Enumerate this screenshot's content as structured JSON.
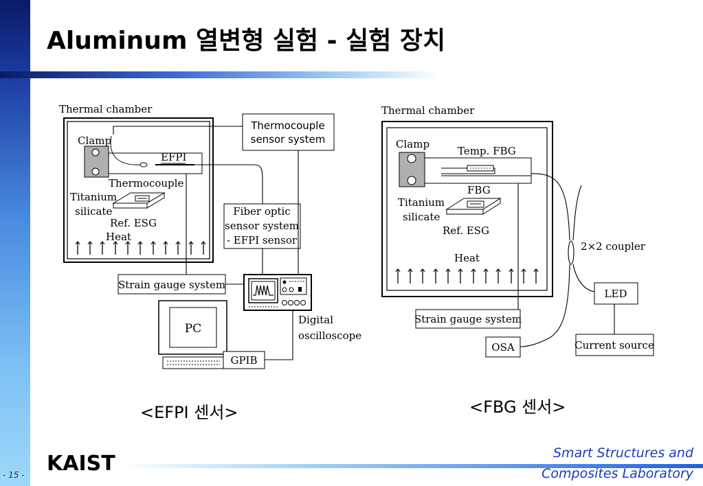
{
  "slide": {
    "title": "Aluminum 열변형 실험 - 실험 장치",
    "page_number": "- 15 -",
    "lab_name_line1": "Smart Structures and",
    "lab_name_line2": "Composites Laboratory",
    "logo_text": "KAIST",
    "colors": {
      "accent": "#1a3ab8",
      "bar_dark": "#0a1a66",
      "bar_light": "#9fd8fa"
    }
  },
  "efpi": {
    "caption": "<EFPI 센서>",
    "thermal_chamber": "Thermal chamber",
    "thermocouple_sensor_line1": "Thermocouple",
    "thermocouple_sensor_line2": "sensor system",
    "clamp": "Clamp",
    "efpi": "EFPI",
    "thermocouple": "Thermocouple",
    "titanium_line1": "Titanium",
    "titanium_line2": "silicate",
    "ref_esg": "Ref. ESG",
    "heat": "Heat",
    "fiber_optic_line1": "Fiber optic",
    "fiber_optic_line2": "sensor system",
    "fiber_optic_line3": "- EFPI sensor",
    "strain_gauge": "Strain gauge system",
    "pc": "PC",
    "gpib": "GPIB",
    "digital_line1": "Digital",
    "digital_line2": "oscilloscope"
  },
  "fbg": {
    "caption": "<FBG 센서>",
    "thermal_chamber": "Thermal chamber",
    "clamp": "Clamp",
    "temp_fbg": "Temp. FBG",
    "fbg": "FBG",
    "titanium_line1": "Titanium",
    "titanium_line2": "silicate",
    "ref_esg": "Ref. ESG",
    "heat": "Heat",
    "coupler": "2×2 coupler",
    "led": "LED",
    "strain_gauge": "Strain gauge system",
    "osa": "OSA",
    "current_source": "Current source"
  }
}
